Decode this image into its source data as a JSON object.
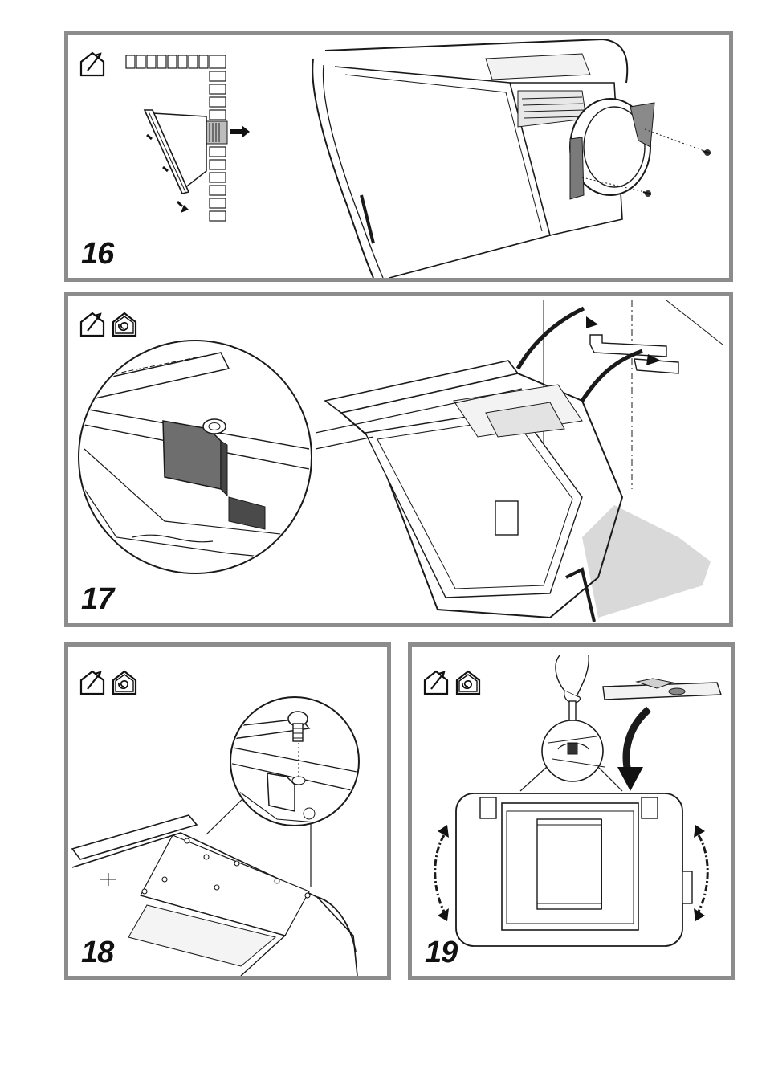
{
  "steps": [
    {
      "number": "16",
      "icons": [
        "ducted-mode-icon"
      ]
    },
    {
      "number": "17",
      "icons": [
        "ducted-mode-icon",
        "recirculation-mode-icon"
      ]
    },
    {
      "number": "18",
      "icons": [
        "ducted-mode-icon",
        "recirculation-mode-icon"
      ]
    },
    {
      "number": "19",
      "icons": [
        "ducted-mode-icon",
        "recirculation-mode-icon"
      ]
    }
  ],
  "colors": {
    "frame": "#8c8c8c",
    "line": "#1a1a1a",
    "shade": "#6e6e6e",
    "light": "#d6d6d6"
  }
}
